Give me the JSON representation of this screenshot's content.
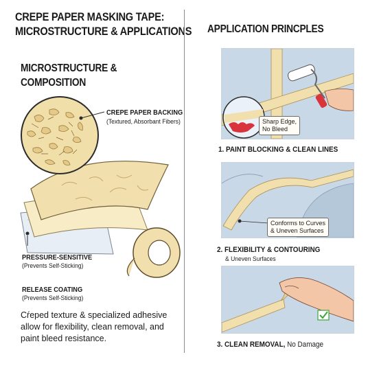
{
  "title": {
    "line1": "CREPE PAPER MASKING TAPE:",
    "line2": "MICROSTRUCTURE & APPLICATIONS"
  },
  "left": {
    "heading_line1": "MICROSTRUCTURE &",
    "heading_line2": "COMPOSITION",
    "backing_label": "CREPE PAPER BACKING",
    "backing_sub": "(Textured, Absorbant Fibers)",
    "adhesive_label": "PRESSURE-SENSITIVE",
    "adhesive_sub": "(Prevents Self-Sticking)",
    "release_label": "RELEASE COATING",
    "release_sub": "(Prevents Self-Sticking)",
    "summary": "Cŕeped texture & specialized adhesive allow for flexibility, clean removal, and paint bleed resistance."
  },
  "right": {
    "heading": "APPLICATION PRINCPLES",
    "panel1": {
      "callout_line1": "Sharp Edge,",
      "callout_line2": "No Bleed",
      "caption": "1. PAINT BLOCKING & CLEAN LINES"
    },
    "panel2": {
      "callout_line1": "Conforms to Curves",
      "callout_line2": "& Uneven Surfaces",
      "caption": "2. FLEXIBILITY & CONTOURING",
      "caption_line2": "& Uneven Surfaces"
    },
    "panel3": {
      "caption_bold": "3. CLEAN REMOVAL,",
      "caption_plain": " No Damage"
    }
  },
  "colors": {
    "tape": "#f2dfae",
    "tape_dark": "#d9bf82",
    "wall_blue": "#c9d8e6",
    "paint_red": "#d9333b",
    "skin": "#f3c6a8",
    "check_green": "#3ba33b"
  },
  "icons": [
    "crepe-fiber-magnifier-icon",
    "tape-roll-icon",
    "paint-roller-icon",
    "hand-icon",
    "check-icon"
  ]
}
